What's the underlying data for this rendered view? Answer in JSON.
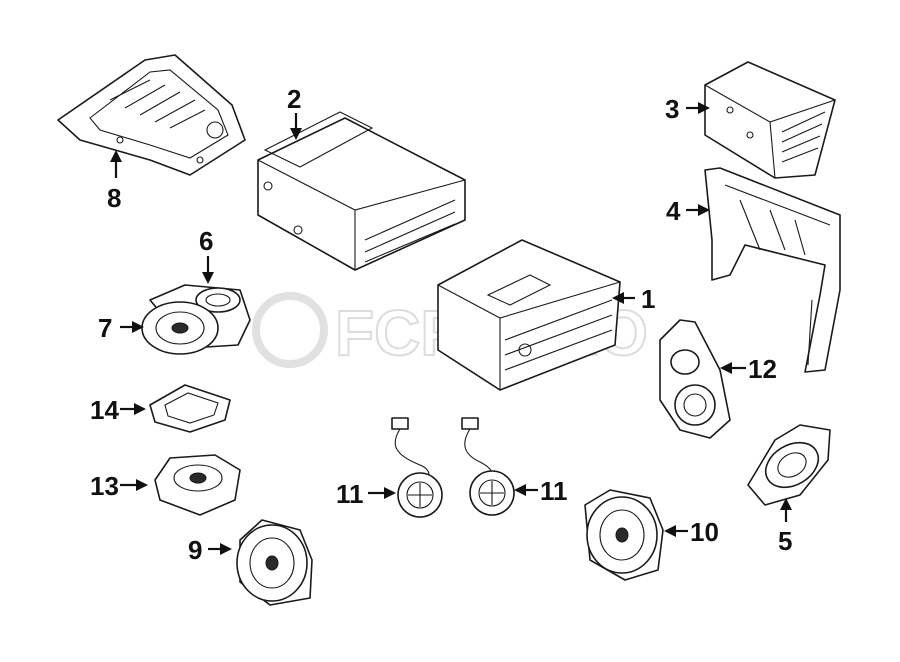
{
  "watermark": "FCPEURO",
  "callouts": [
    {
      "id": "1",
      "label": "1"
    },
    {
      "id": "2",
      "label": "2"
    },
    {
      "id": "3",
      "label": "3"
    },
    {
      "id": "4",
      "label": "4"
    },
    {
      "id": "5",
      "label": "5"
    },
    {
      "id": "6",
      "label": "6"
    },
    {
      "id": "7",
      "label": "7"
    },
    {
      "id": "8",
      "label": "8"
    },
    {
      "id": "9",
      "label": "9"
    },
    {
      "id": "10",
      "label": "10"
    },
    {
      "id": "11a",
      "label": "11"
    },
    {
      "id": "11b",
      "label": "11"
    },
    {
      "id": "12",
      "label": "12"
    },
    {
      "id": "13",
      "label": "13"
    },
    {
      "id": "14",
      "label": "14"
    }
  ]
}
